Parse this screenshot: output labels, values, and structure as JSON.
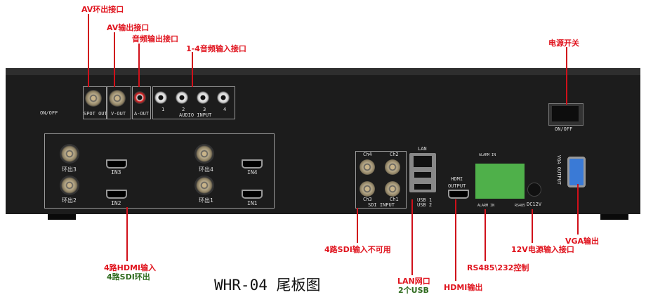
{
  "title": "WHR-04 尾板图",
  "panel": {
    "on_off": "ON/OFF",
    "spot_out": "SPOT OUT",
    "v_out": "V-OUT",
    "a_out": "A-OUT",
    "audio_input": "AUDIO INPUT",
    "audio_nums": [
      "1",
      "2",
      "3",
      "4"
    ],
    "hdmi_in": [
      "IN3",
      "IN2",
      "IN4",
      "IN1"
    ],
    "loop": [
      "环出3",
      "环出2",
      "环出4",
      "环出1"
    ],
    "sdi": [
      "Ch4",
      "Ch2",
      "Ch3",
      "Ch1"
    ],
    "sdi_input": "SDI INPUT",
    "lan": "LAN",
    "usb": "USB 1\nUSB 2",
    "hdmi_output": "HDMI\nOUTPUT",
    "alarm_in": "ALARM IN",
    "dc12v": "DC12V",
    "rs485": "RS485",
    "power_on_off": "ON/OFF",
    "vga_output": "VGA OUTPUT"
  },
  "annotations": {
    "av_loop": "AV环出接口",
    "av_out": "AV输出接口",
    "audio_out": "音频输出接口",
    "audio_in": "1-4音频输入接口",
    "power": "电源开关",
    "hdmi_in": "4路HDMI输入",
    "sdi_loop": "4路SDI环出",
    "sdi_in": "4路SDI输入不可用",
    "lan": "LAN网口",
    "usb": "2个USB",
    "hdmi_out": "HDMI输出",
    "rs485": "RS485\\232控制",
    "dc12v": "12V电源输入接口",
    "vga": "VGA输出"
  }
}
